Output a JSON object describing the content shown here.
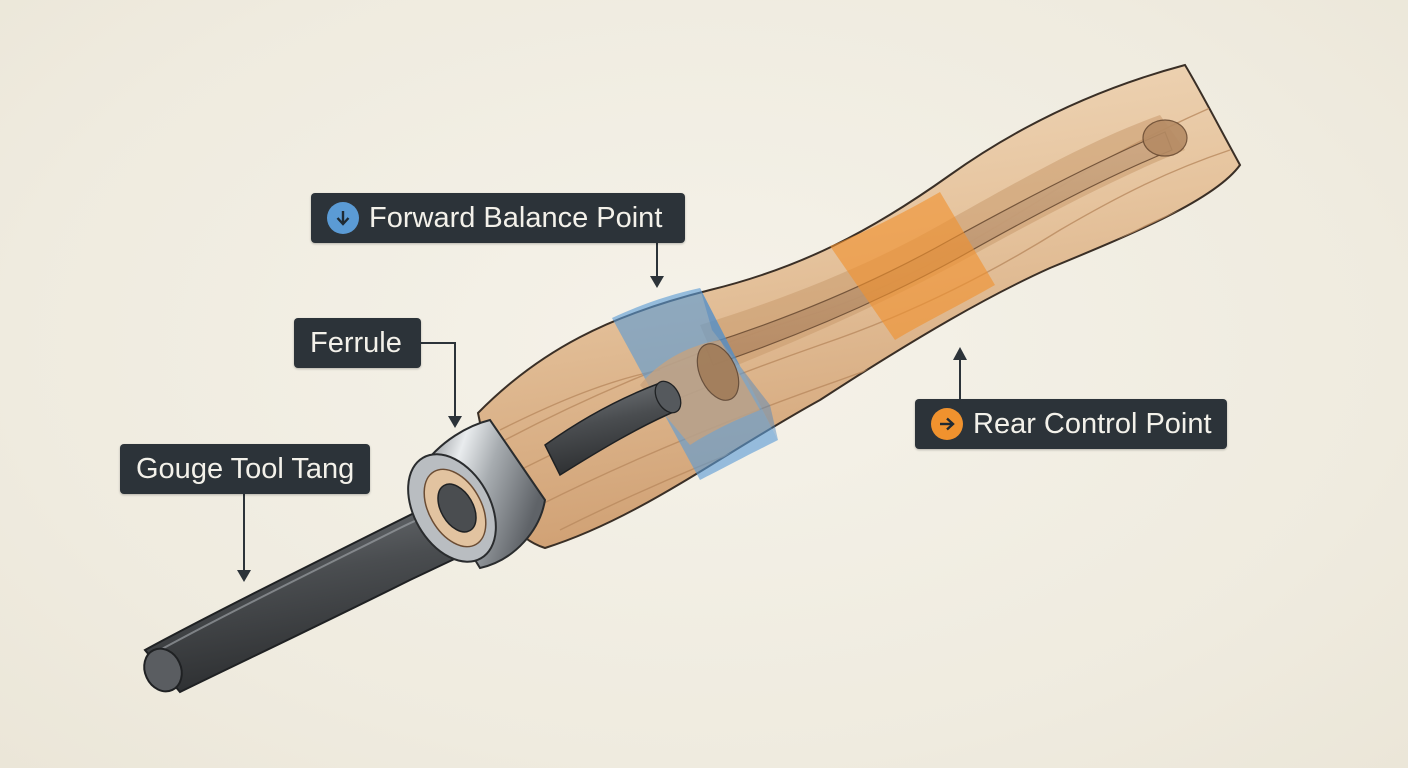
{
  "labels": {
    "forward_balance": "Forward Balance Point",
    "ferrule": "Ferrule",
    "gouge_tang": "Gouge Tool Tang",
    "rear_control": "Rear Control Point"
  },
  "icons": {
    "forward_balance": "arrow-down-circle-icon",
    "rear_control": "arrow-right-circle-icon"
  },
  "colors": {
    "forward_balance_accent": "#5b9bd5",
    "rear_control_accent": "#f0922e",
    "label_background": "#2c3339",
    "label_text": "#f3f1ea",
    "wood": "#e4c09a",
    "steel": "#4a4d50",
    "background": "#f1ede2"
  }
}
